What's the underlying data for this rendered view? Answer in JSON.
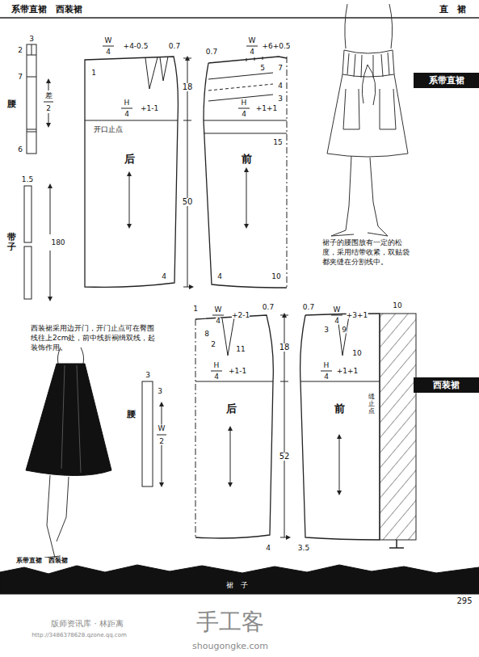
{
  "diagram": {
    "nodes": [
      {
        "text": [
          "系带直裙"
        ]
      },
      {
        "text": [
          "西装裙"
        ]
      }
    ],
    "labels": [
      "系带直裙　西装裙",
      "直　裙",
      "3",
      "2",
      "7",
      "腰",
      "差",
      "2",
      "6",
      "1.5",
      "带子",
      "180",
      "W",
      "4",
      "+4-0.5",
      "0.7",
      "1",
      "H",
      "4",
      "+1-1",
      "开口止点",
      "后",
      "18",
      "50",
      "4",
      "4",
      "0.7",
      "W",
      "4",
      "+6+0.5",
      "5",
      "7",
      "4",
      "3",
      "H",
      "4",
      "+1+1",
      "15",
      "前",
      "10",
      "裙子的腰围放有一定的松度，采用结带收紧，双贴袋都夹缝在分割线中。",
      "西装裙采用边开门，开门止点可在臀围线往上2cm处，前中线折裥缉双线，起装饰作用。",
      "腰",
      "3",
      "3",
      "W",
      "2",
      "1",
      "W",
      "4",
      "+2-1",
      "0.7",
      "8",
      "2",
      "11",
      "H",
      "4",
      "+1-1",
      "后",
      "18",
      "52",
      "4",
      "0.7",
      "W",
      "4",
      "+3+1",
      "10",
      "3",
      "9",
      "10",
      "H",
      "4",
      "+1+1",
      "缝止点",
      "前",
      "3.5",
      "系带直裙　西装裙",
      "裙　子",
      "295",
      "版师资讯库 · 林距离",
      "http://3486378628.qzone.qq.com",
      "手工客",
      "shougongke.com"
    ]
  }
}
